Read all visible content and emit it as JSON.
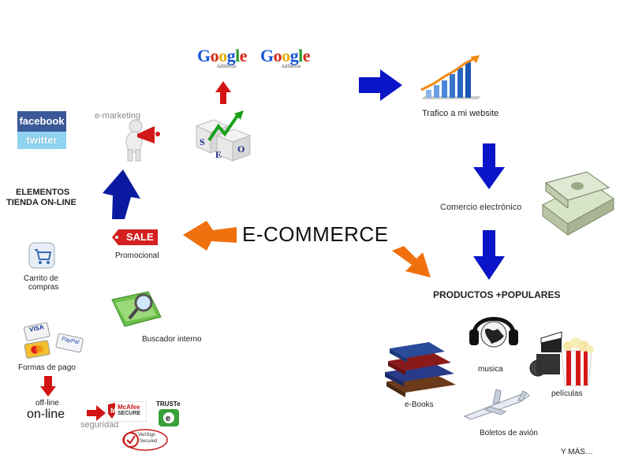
{
  "center_title": "E-COMMERCE",
  "google": {
    "word": "Google",
    "adwords": "AdWords",
    "adsense": "AdSense"
  },
  "social": {
    "facebook": "facebook",
    "twitter": "twitter"
  },
  "seo_letters": [
    "S",
    "E",
    "O"
  ],
  "labels": {
    "emarketing": "e-marketing",
    "trafico": "Trafico a mi website",
    "comercio": "Comercio electrónico",
    "elementos_line1": "ELEMENTOS",
    "elementos_line2": "TIENDA ON-LINE",
    "sale": "SALE",
    "promocional": "Promocional",
    "carrito_line1": "Carrito de",
    "carrito_line2": "compras",
    "buscador": "Buscador interno",
    "formas_pago": "Formas de pago",
    "offline": "off-line",
    "online": "on-line",
    "seguridad": "seguridad",
    "productos": "PRODUCTOS +POPULARES",
    "musica": "musica",
    "peliculas": "películas",
    "ebooks": "e-Books",
    "boletos": "Boletos de avión",
    "y_mas": "Y MÁS…"
  },
  "badges": {
    "mcafee_line1": "McAfee",
    "mcafee_line2": "SECURE",
    "truste": "TRUSTe",
    "verisign_line1": "VeriSign",
    "verisign_line2": "Secured"
  },
  "cards": {
    "visa": "VISA",
    "paypal": "PayPal"
  },
  "colors": {
    "blue_arrow": "#0a14c8",
    "orange_arrow": "#f07010",
    "red_arrow": "#d41414",
    "dark_blue_arrow": "#0a1aa0"
  }
}
